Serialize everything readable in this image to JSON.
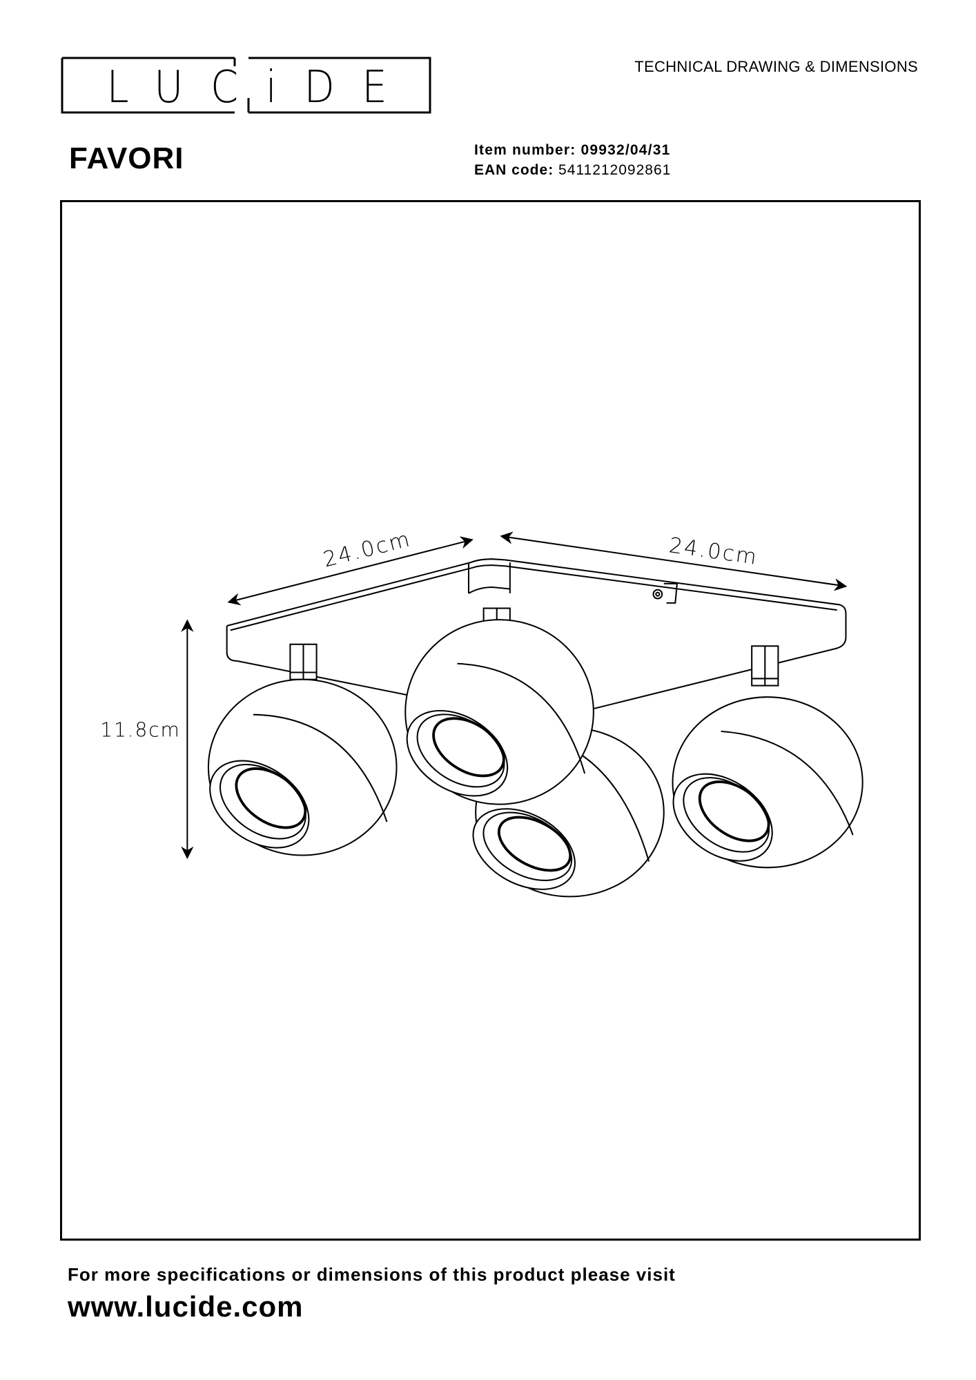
{
  "header": {
    "logo_text": "LUCiDE",
    "document_type": "TECHNICAL DRAWING & DIMENSIONS"
  },
  "product": {
    "name": "FAVORI",
    "item_number_label": "Item number:",
    "item_number": "09932/04/31",
    "ean_label": "EAN code",
    "ean_code": "5411212092861"
  },
  "drawing": {
    "dimensions": {
      "width_left": "24.0cm",
      "width_right": "24.0cm",
      "height": "11.8cm"
    }
  },
  "footer": {
    "text": "For more specifications or dimensions of this product please visit",
    "url": "www.lucide.com"
  }
}
